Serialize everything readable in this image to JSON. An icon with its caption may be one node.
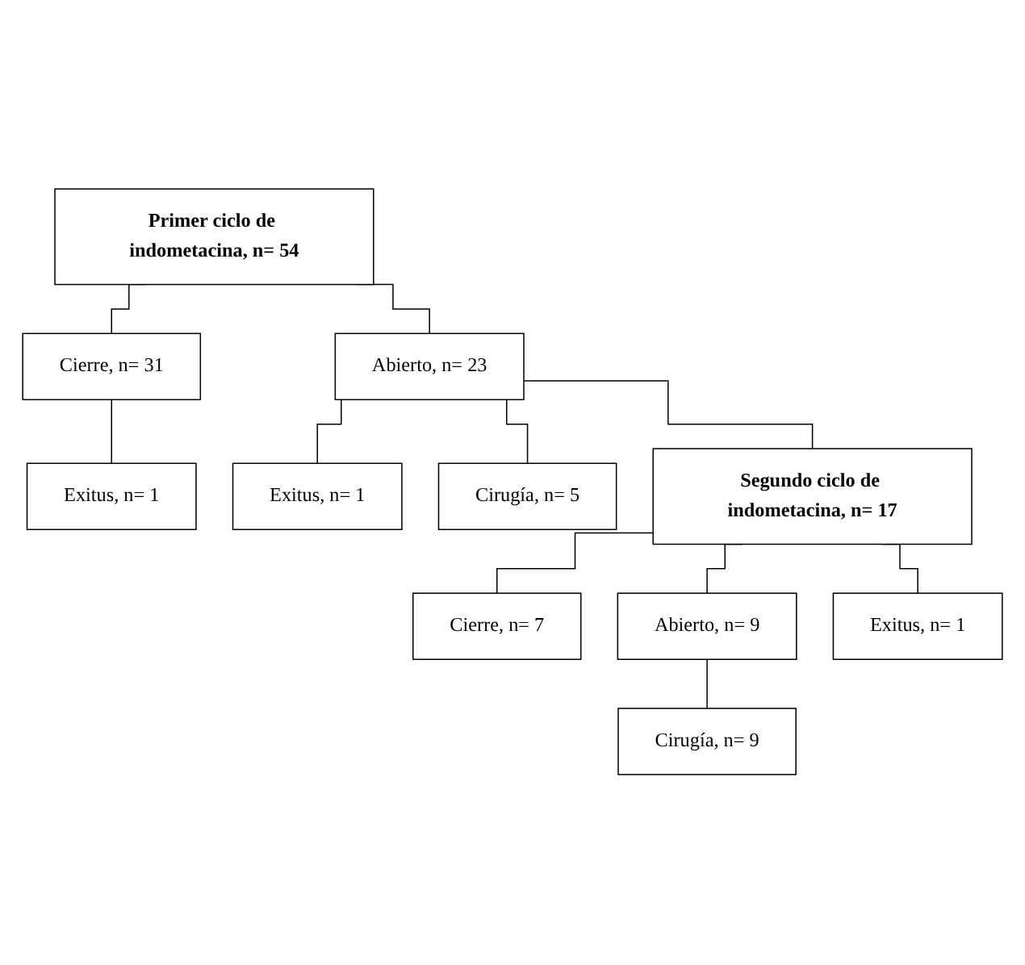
{
  "diagram": {
    "nodes": [
      {
        "text": [
          "Primer ciclo de indometacina, n= 54"
        ]
      },
      {
        "text": [
          "Cierre, n= 31"
        ]
      },
      {
        "text": [
          "Abierto, n= 23"
        ]
      },
      {
        "text": [
          "Exitus, n= 1"
        ]
      },
      {
        "text": [
          "Exitus, n= 1"
        ]
      },
      {
        "text": [
          "Cirugía, n= 5"
        ]
      },
      {
        "text": [
          "Segundo ciclo de indometacina, n= 17"
        ]
      },
      {
        "text": [
          "Cierre, n= 7"
        ]
      },
      {
        "text": [
          "Abierto, n= 9"
        ]
      },
      {
        "text": [
          "Exitus, n= 1"
        ]
      },
      {
        "text": [
          "Cirugía, n= 9"
        ]
      }
    ],
    "edges": [
      {
        "from": 0,
        "to": 1,
        "arrow": "none"
      },
      {
        "from": 0,
        "to": 2,
        "arrow": "none"
      },
      {
        "from": 1,
        "to": 3,
        "arrow": "none"
      },
      {
        "from": 2,
        "to": 4,
        "arrow": "none"
      },
      {
        "from": 2,
        "to": 5,
        "arrow": "none"
      },
      {
        "from": 2,
        "to": 6,
        "arrow": "none"
      },
      {
        "from": 6,
        "to": 7,
        "arrow": "none"
      },
      {
        "from": 6,
        "to": 8,
        "arrow": "none"
      },
      {
        "from": 6,
        "to": 9,
        "arrow": "none"
      },
      {
        "from": 8,
        "to": 10,
        "arrow": "none"
      }
    ]
  }
}
